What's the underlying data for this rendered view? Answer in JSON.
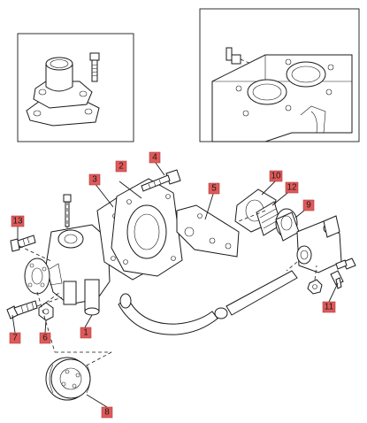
{
  "diagram": {
    "callouts": [
      {
        "id": "c1",
        "label": "1"
      },
      {
        "id": "c2",
        "label": "2"
      },
      {
        "id": "c3",
        "label": "3"
      },
      {
        "id": "c4",
        "label": "4"
      },
      {
        "id": "c5",
        "label": "5"
      },
      {
        "id": "c6",
        "label": "6"
      },
      {
        "id": "c7",
        "label": "7"
      },
      {
        "id": "c8",
        "label": "8"
      },
      {
        "id": "c9",
        "label": "9"
      },
      {
        "id": "c10",
        "label": "10"
      },
      {
        "id": "c11",
        "label": "11"
      },
      {
        "id": "c12",
        "label": "12"
      },
      {
        "id": "c13",
        "label": "13"
      }
    ],
    "colors": {
      "callout_fill": "#e05a5a",
      "line": "#1a1a1a",
      "background": "#ffffff"
    }
  }
}
